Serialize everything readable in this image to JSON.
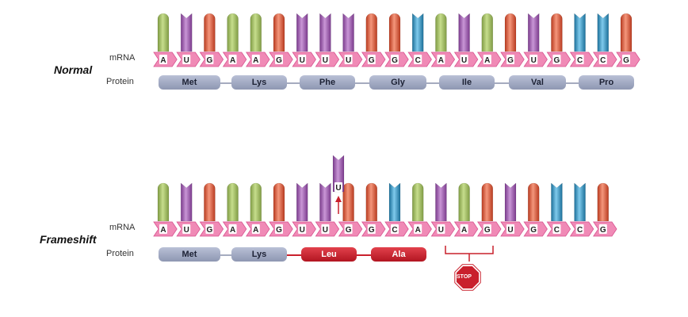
{
  "colors": {
    "A": "#a9c46c",
    "U": "#a35fb3",
    "G": "#e45b3c",
    "C": "#2f9fd0",
    "backbone": "#f08ab6",
    "protein": "#9aa2bf",
    "mutant_protein": "#c21d28",
    "stop": "#c9202c"
  },
  "normal": {
    "title": "Normal",
    "mrna_label": "mRNA",
    "protein_label": "Protein",
    "sequence": [
      "A",
      "U",
      "G",
      "A",
      "A",
      "G",
      "U",
      "U",
      "U",
      "G",
      "G",
      "C",
      "A",
      "U",
      "A",
      "G",
      "U",
      "G",
      "C",
      "C",
      "G"
    ],
    "proteins": [
      "Met",
      "Lys",
      "Phe",
      "Gly",
      "Ile",
      "Val",
      "Pro"
    ]
  },
  "frameshift": {
    "title": "Frameshift",
    "mrna_label": "mRNA",
    "protein_label": "Protein",
    "sequence": [
      "A",
      "U",
      "G",
      "A",
      "A",
      "G",
      "U",
      "U",
      "G",
      "G",
      "C",
      "A",
      "U",
      "A",
      "G",
      "U",
      "G",
      "C",
      "C",
      "G"
    ],
    "inserted_base": "U",
    "proteins": [
      "Met",
      "Lys",
      "Leu",
      "Ala"
    ],
    "stop_label": "STOP"
  }
}
